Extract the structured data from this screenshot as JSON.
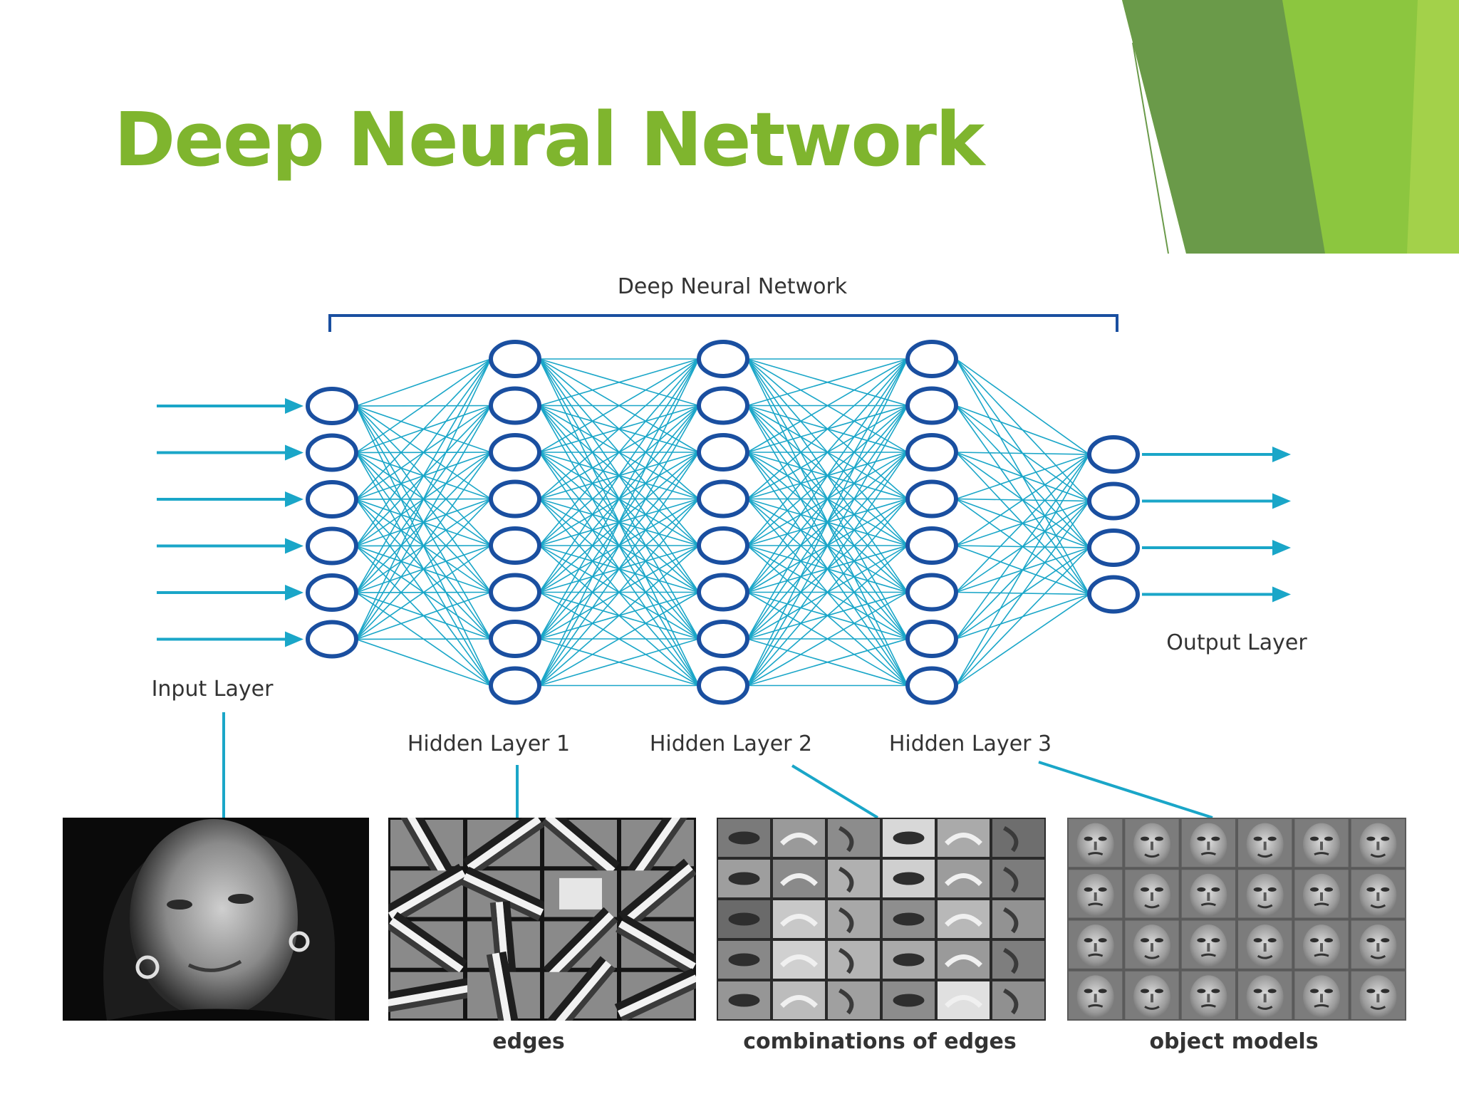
{
  "slide": {
    "title": "Deep Neural Network"
  },
  "diagram": {
    "network_label": "Deep Neural Network",
    "layers": [
      {
        "label": "Input Layer",
        "nodes": 6
      },
      {
        "label": "Hidden Layer 1",
        "nodes": 8
      },
      {
        "label": "Hidden Layer 2",
        "nodes": 8
      },
      {
        "label": "Hidden Layer 3",
        "nodes": 8
      },
      {
        "label": "Output Layer",
        "nodes": 4
      }
    ],
    "features": [
      {
        "label": ""
      },
      {
        "label": "edges"
      },
      {
        "label": "combinations of edges"
      },
      {
        "label": "object models"
      }
    ]
  },
  "colors": {
    "title": "#7fb52e",
    "node_stroke": "#1a4fa0",
    "connection": "#1aa6c8",
    "arrow": "#1aa6c8",
    "accent_dark": "#6a9a49",
    "accent_light": "#8cc63f"
  }
}
